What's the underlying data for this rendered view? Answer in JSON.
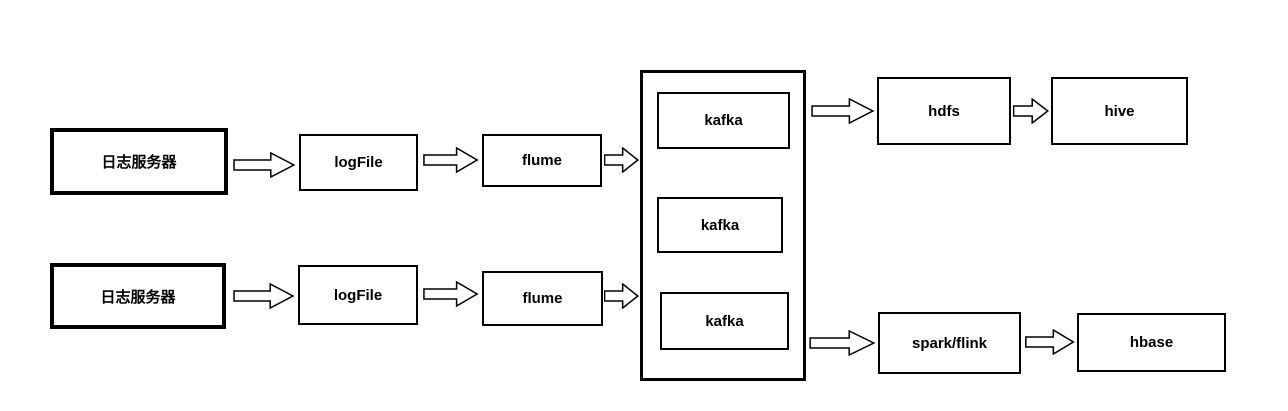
{
  "diagram": {
    "title": "log-collection-pipeline",
    "colors": {
      "line": "#000000",
      "background": "#ffffff"
    },
    "nodes": {
      "log_server_1": "日志服务器",
      "log_server_2": "日志服务器",
      "logfile_1": "logFile",
      "logfile_2": "logFile",
      "flume_1": "flume",
      "flume_2": "flume",
      "kafka_1": "kafka",
      "kafka_2": "kafka",
      "kafka_3": "kafka",
      "hdfs": "hdfs",
      "hive": "hive",
      "spark_flink": "spark/flink",
      "hbase": "hbase"
    },
    "edges": [
      "log_server_1 -> logfile_1",
      "logfile_1 -> flume_1",
      "flume_1 -> kafka_cluster",
      "kafka_cluster -> hdfs",
      "hdfs -> hive",
      "log_server_2 -> logfile_2",
      "logfile_2 -> flume_2",
      "flume_2 -> kafka_cluster",
      "kafka_cluster -> spark_flink",
      "spark_flink -> hbase"
    ]
  }
}
